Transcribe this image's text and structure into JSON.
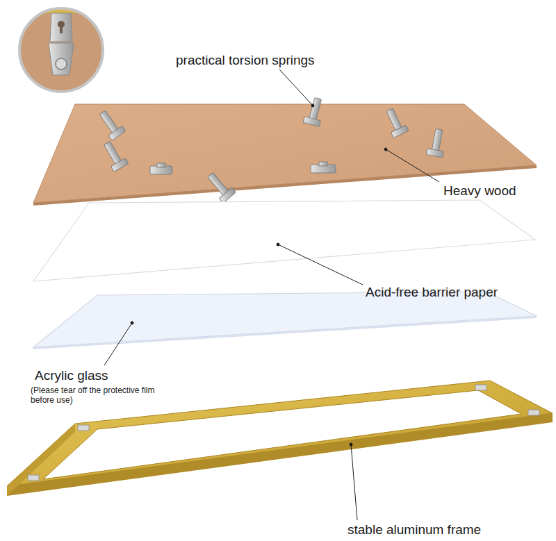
{
  "diagram": {
    "labels": [
      "practical torsion springs",
      "Heavy wood",
      "Acid-free barrier paper",
      "Acrylic glass",
      "(Please tear off the protective film before use)",
      "stable aluminum frame"
    ]
  }
}
